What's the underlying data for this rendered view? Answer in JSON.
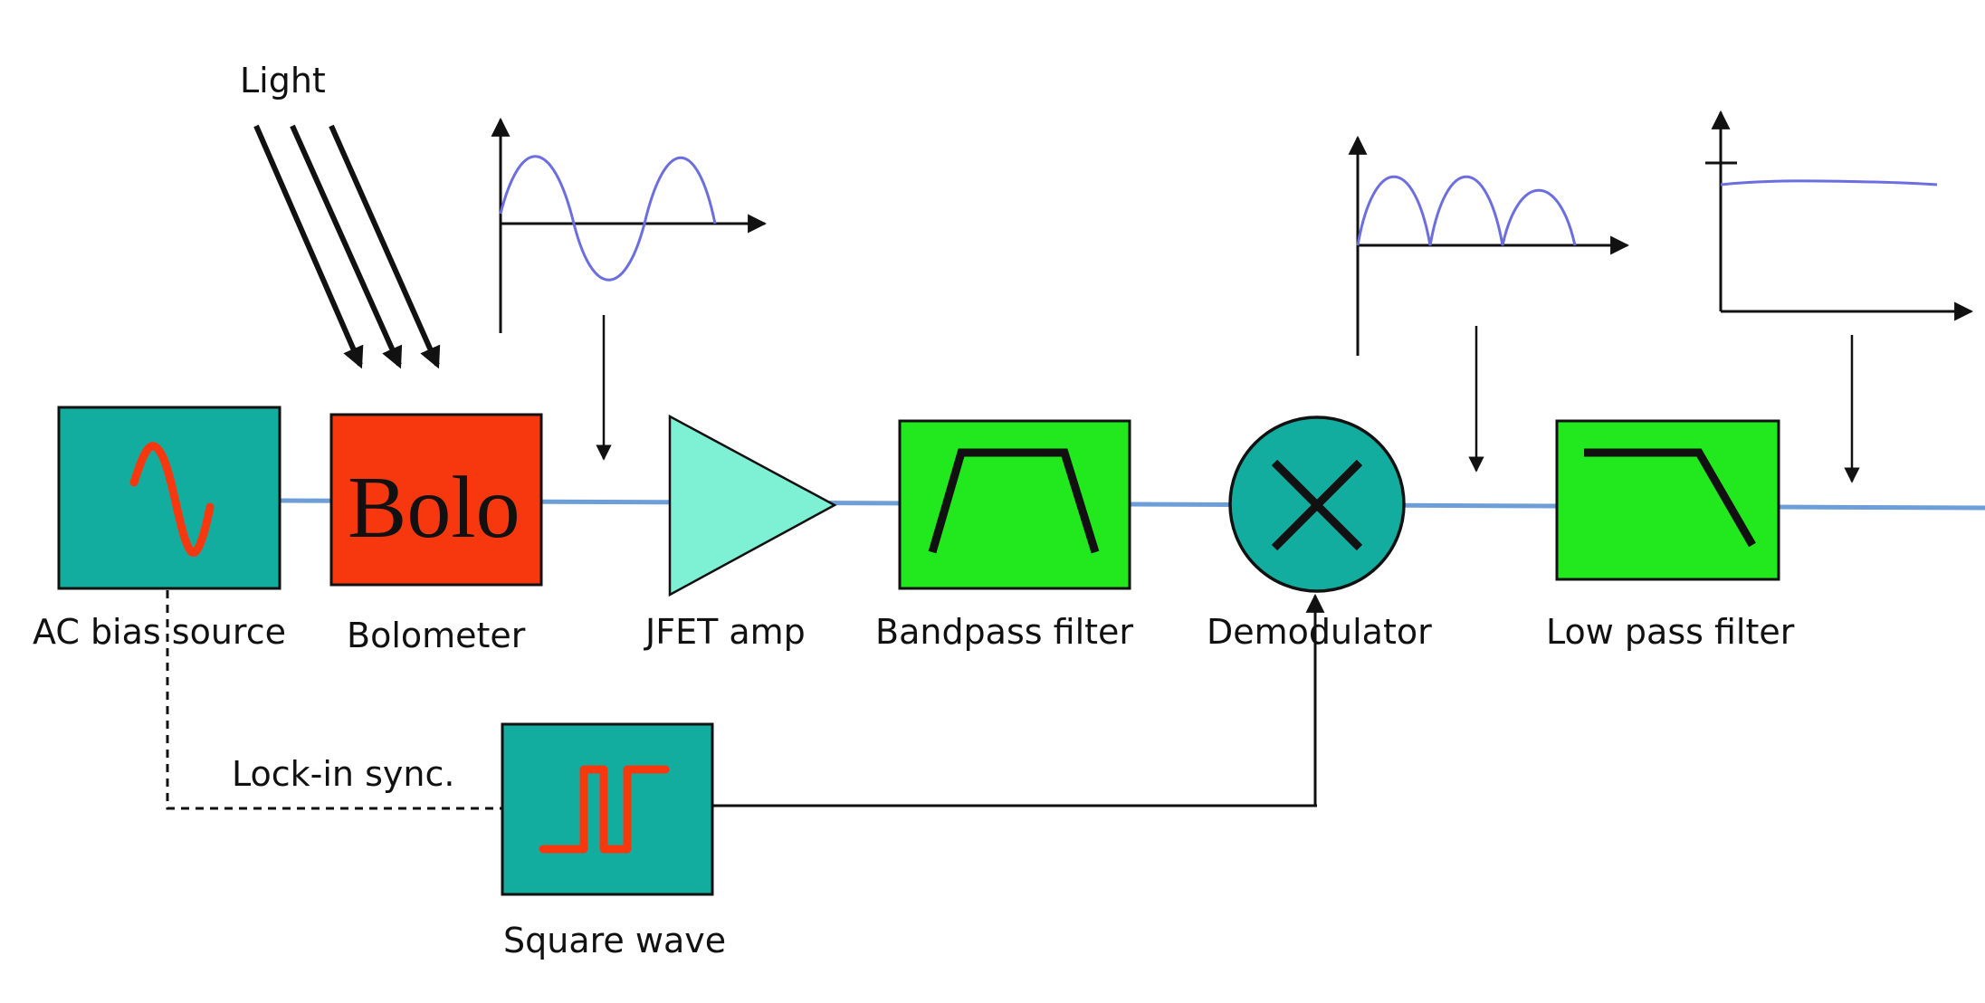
{
  "labels": {
    "light": "Light",
    "ac_bias_source": "AC bias source",
    "bolometer": "Bolometer",
    "bolo_text": "Bolo",
    "jfet_amp": "JFET amp",
    "bandpass_filter": "Bandpass filter",
    "demodulator": "Demodulator",
    "low_pass_filter": "Low pass filter",
    "lock_in_sync": "Lock-in sync.",
    "square_wave": "Square wave"
  },
  "colors": {
    "teal_block": "#13ad9f",
    "bolometer_red": "#f7380f",
    "filter_green": "#22e81e",
    "jfet_mint": "#7ef0d3",
    "signal_line": "#6e9ed7",
    "waveform": "#6c6ee0"
  },
  "icons": {
    "ac_bias_source": "sine-wave-icon",
    "bandpass_filter": "bandpass-response-icon",
    "demodulator": "multiply-x-icon",
    "low_pass_filter": "lowpass-response-icon",
    "square_wave": "square-wave-icon"
  }
}
